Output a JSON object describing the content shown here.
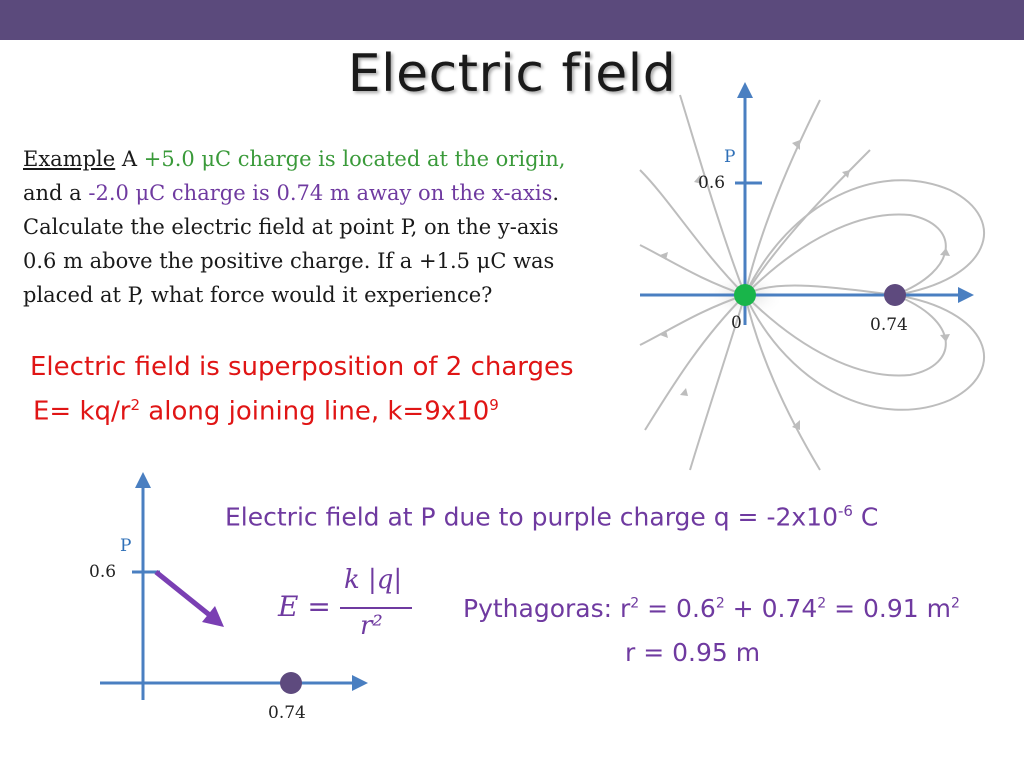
{
  "colors": {
    "topbar": "#5b4a7c",
    "axis": "#4a7fc1",
    "green_charge": "#19b54a",
    "purple_charge": "#5e4a7e",
    "purple_text": "#6f3aa0",
    "red_text": "#e01515",
    "field_lines": "#bdbdbd",
    "arrow": "#7a3fb3"
  },
  "slide": {
    "title": "Electric field"
  },
  "example": {
    "label": "Example",
    "intro": " A ",
    "charge1": "+5.0 μC charge is located at the origin,",
    "join": "and a ",
    "charge2": "-2.0 μC charge is 0.74 m away on the x-axis",
    "period": ".",
    "line3": "Calculate the electric field at point P, on the y-axis",
    "line4": "0.6 m above the positive charge. If a +1.5 μC was",
    "line5": "placed at P, what force would it experience?"
  },
  "notes": {
    "line1": "Electric field is superposition of 2 charges",
    "line2_pre": "E= kq/r",
    "line2_sup": "2",
    "line2_mid": " along joining line, k=9x10",
    "line2_sup2": "9"
  },
  "purple_charge_text": {
    "pre": "Electric field at P due to purple charge q = -2x10",
    "sup": "-6",
    "post": " C"
  },
  "formula": {
    "lhs": "E =",
    "numerator": "k |q|",
    "denominator": "r²"
  },
  "pythagoras": {
    "p1": "Pythagoras: r",
    "s1": "2",
    "p2": " = 0.6",
    "s2": "2",
    "p3": " + 0.74",
    "s3": "2",
    "p4": " = 0.91 m",
    "s4": "2",
    "result": "r = 0.95 m"
  },
  "top_diagram": {
    "p_label": "P",
    "y_tick": "0.6",
    "origin": "0",
    "x_tick": "0.74"
  },
  "bottom_diagram": {
    "p_label": "P",
    "y_tick": "0.6",
    "x_tick": "0.74"
  }
}
